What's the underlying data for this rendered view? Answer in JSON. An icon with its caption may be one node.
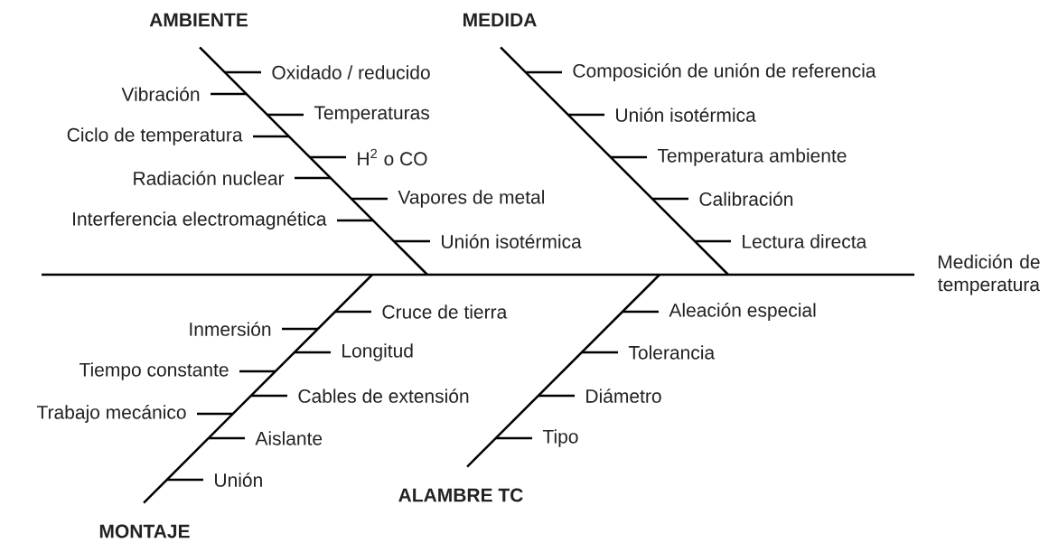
{
  "diagram": {
    "nodes": [
      {
        "text": [
          "AMBIENTE"
        ]
      },
      {
        "text": [
          "Oxidado / reducido"
        ]
      },
      {
        "text": [
          "Vibración"
        ]
      },
      {
        "text": [
          "Temperaturas"
        ]
      },
      {
        "text": [
          "Ciclo de temperatura"
        ]
      },
      {
        "text": [
          "H$^{2}$ o CO"
        ]
      },
      {
        "text": [
          "Radiación nuclear"
        ]
      },
      {
        "text": [
          "Vapores de metal"
        ]
      },
      {
        "text": [
          "Interferencia electromagnética"
        ]
      },
      {
        "text": [
          "Unión isotérmica"
        ]
      },
      {
        "text": [
          "MEDIDA"
        ]
      },
      {
        "text": [
          "Composición de unión de referencia"
        ]
      },
      {
        "text": [
          "Unión isotérmica"
        ]
      },
      {
        "text": [
          "Temperatura ambiente"
        ]
      },
      {
        "text": [
          "Calibración"
        ]
      },
      {
        "text": [
          "Lectura directa"
        ]
      },
      {
        "text": [
          "Medición de temperatura"
        ]
      },
      {
        "text": [
          "Cruce de tierra"
        ]
      },
      {
        "text": [
          "Inmersión"
        ]
      },
      {
        "text": [
          "Longitud"
        ]
      },
      {
        "text": [
          "Tiempo constante"
        ]
      },
      {
        "text": [
          "Cables de extensión"
        ]
      },
      {
        "text": [
          "Trabajo mecánico"
        ]
      },
      {
        "text": [
          "Aislante"
        ]
      },
      {
        "text": [
          "Unión"
        ]
      },
      {
        "text": [
          "MONTAJE"
        ]
      },
      {
        "text": [
          "Aleación especial"
        ]
      },
      {
        "text": [
          "Tolerancia"
        ]
      },
      {
        "text": [
          "Diámetro"
        ]
      },
      {
        "text": [
          "Tipo"
        ]
      },
      {
        "text": [
          "ALAMBRE TC"
        ]
      }
    ],
    "edges": [
      {
        "from": null,
        "to": 16,
        "arrow": "none"
      },
      {
        "from": 0,
        "to": null,
        "arrow": "none"
      },
      {
        "from": 1,
        "to": null,
        "arrow": "none"
      },
      {
        "from": 2,
        "to": null,
        "arrow": "none"
      },
      {
        "from": 3,
        "to": null,
        "arrow": "none"
      },
      {
        "from": 4,
        "to": null,
        "arrow": "none"
      },
      {
        "from": 5,
        "to": null,
        "arrow": "none"
      },
      {
        "from": 6,
        "to": null,
        "arrow": "none"
      },
      {
        "from": 7,
        "to": null,
        "arrow": "none"
      },
      {
        "from": 8,
        "to": null,
        "arrow": "none"
      },
      {
        "from": 9,
        "to": null,
        "arrow": "none"
      },
      {
        "from": 10,
        "to": null,
        "arrow": "none"
      },
      {
        "from": 11,
        "to": null,
        "arrow": "none"
      },
      {
        "from": 12,
        "to": null,
        "arrow": "none"
      },
      {
        "from": 13,
        "to": null,
        "arrow": "none"
      },
      {
        "from": 14,
        "to": null,
        "arrow": "none"
      },
      {
        "from": 15,
        "to": null,
        "arrow": "none"
      },
      {
        "from": 17,
        "to": null,
        "arrow": "none"
      },
      {
        "from": 18,
        "to": null,
        "arrow": "none"
      },
      {
        "from": 19,
        "to": null,
        "arrow": "none"
      },
      {
        "from": 20,
        "to": null,
        "arrow": "none"
      },
      {
        "from": 21,
        "to": null,
        "arrow": "none"
      },
      {
        "from": 22,
        "to": null,
        "arrow": "none"
      },
      {
        "from": 23,
        "to": null,
        "arrow": "none"
      },
      {
        "from": 24,
        "to": null,
        "arrow": "none"
      },
      {
        "from": 25,
        "to": null,
        "arrow": "none"
      },
      {
        "from": 26,
        "to": null,
        "arrow": "none"
      },
      {
        "from": 27,
        "to": null,
        "arrow": "none"
      },
      {
        "from": 28,
        "to": null,
        "arrow": "none"
      },
      {
        "from": 29,
        "to": null,
        "arrow": "none"
      },
      {
        "from": 30,
        "to": null,
        "arrow": "none"
      }
    ]
  }
}
